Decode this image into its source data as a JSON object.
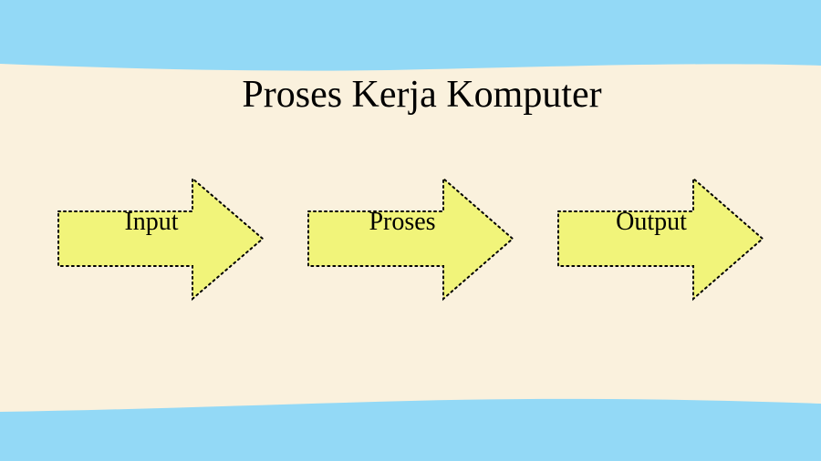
{
  "colors": {
    "sky": "#93d9f6",
    "paper": "#faf1dd",
    "arrow_fill": "#f1f47a",
    "arrow_stroke": "#000000"
  },
  "title": "Proses Kerja Komputer",
  "steps": [
    {
      "label": "Input"
    },
    {
      "label": "Proses"
    },
    {
      "label": "Output"
    }
  ]
}
